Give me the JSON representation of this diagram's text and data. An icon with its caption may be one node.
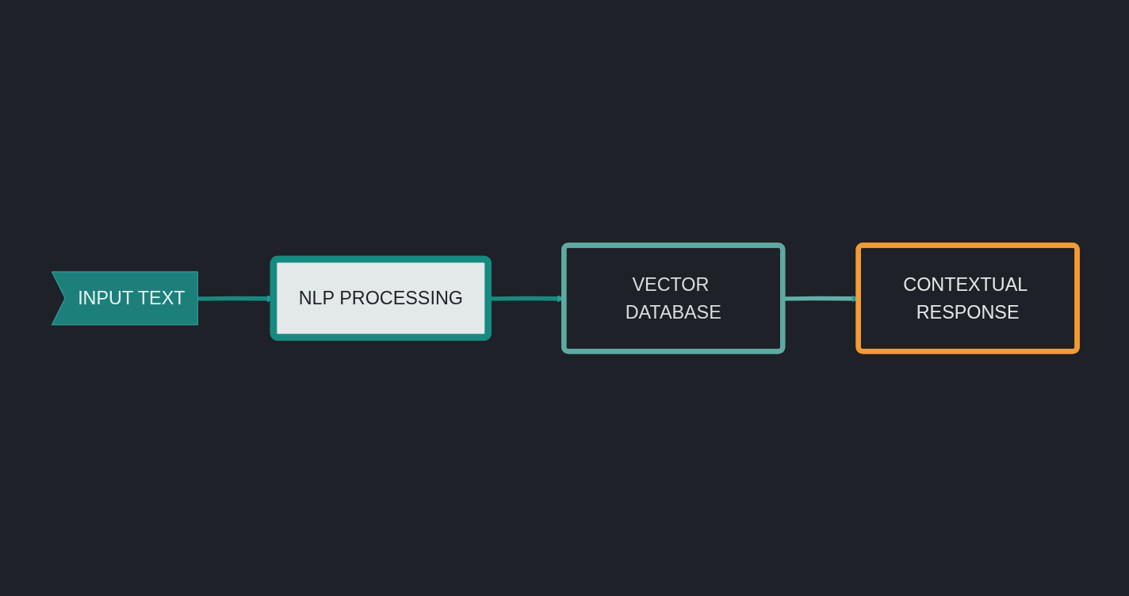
{
  "diagram": {
    "nodes": [
      {
        "text": [
          "INPUT TEXT"
        ]
      },
      {
        "text": [
          "NLP PROCESSING"
        ]
      },
      {
        "text": [
          "VECTOR DATABASE"
        ]
      },
      {
        "text": [
          "CONTEXTUAL RESPONSE"
        ]
      }
    ],
    "edges": [
      {
        "from": 0,
        "to": 1,
        "arrow": "to"
      },
      {
        "from": 1,
        "to": 2,
        "arrow": "to"
      },
      {
        "from": 2,
        "to": 3,
        "arrow": "to",
        "color": "#63aea8"
      }
    ]
  }
}
